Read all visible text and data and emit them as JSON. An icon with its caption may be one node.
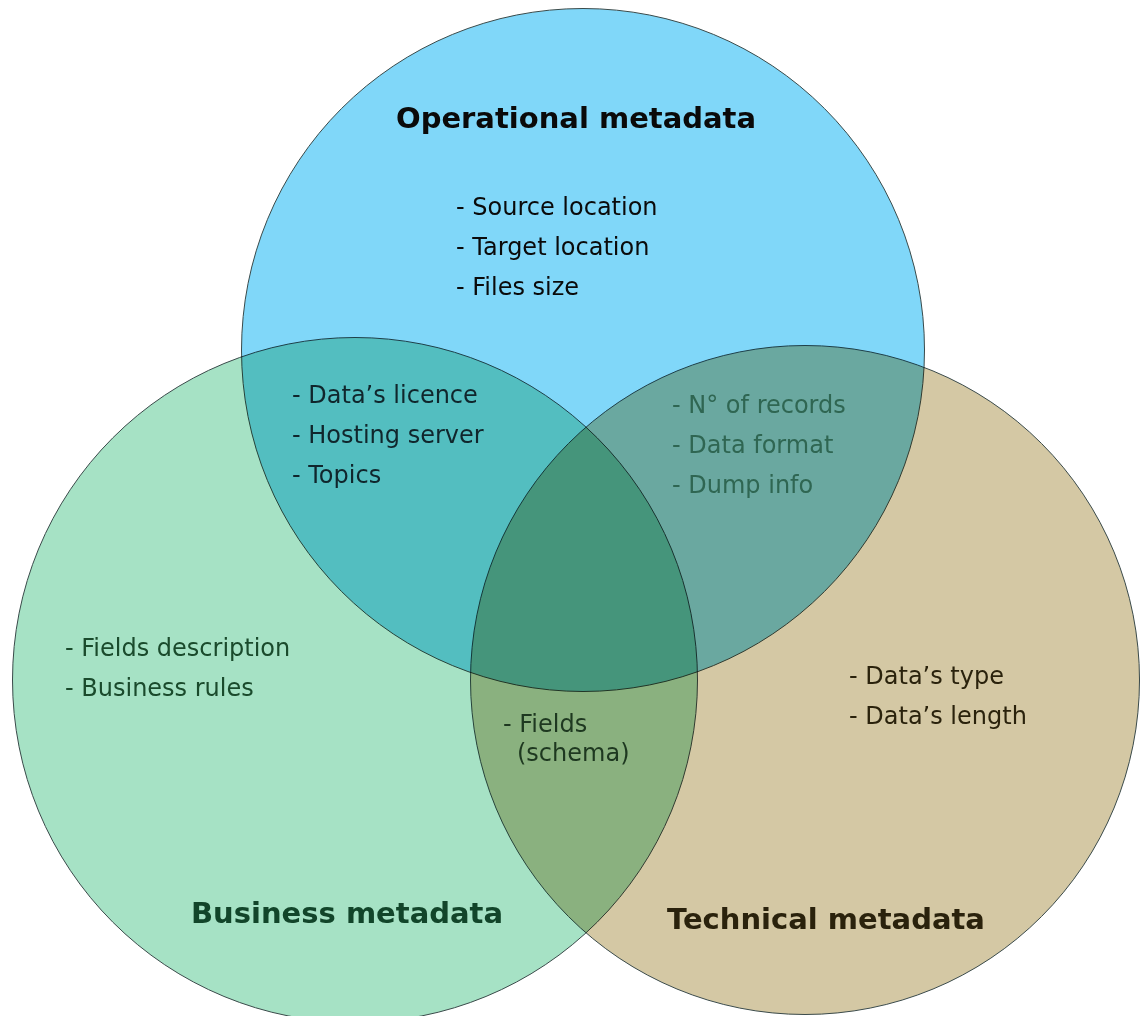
{
  "diagram": {
    "nodes": [
      {
        "text": [
          "Operational metadata",
          "- Source location",
          "- Target location",
          "- Files size"
        ]
      },
      {
        "text": [
          "- Fields description",
          "- Business rules",
          "Business metadata"
        ]
      },
      {
        "text": [
          "- Data’s type",
          "- Data’s length",
          "Technical metadata"
        ]
      }
    ],
    "labels": [
      "- Data’s licence",
      "- Hosting server",
      "- Topics",
      "- N° of records",
      "- Data format",
      "- Dump info",
      "- Fields (schema)"
    ]
  }
}
